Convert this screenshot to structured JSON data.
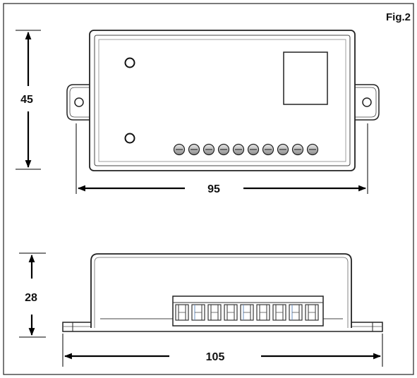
{
  "figure_label": "Fig.2",
  "top_view": {
    "height_label": "45",
    "width_label": "95",
    "terminal_count": 10
  },
  "side_view": {
    "height_label": "28",
    "width_label": "105",
    "terminal_count": 9
  }
}
